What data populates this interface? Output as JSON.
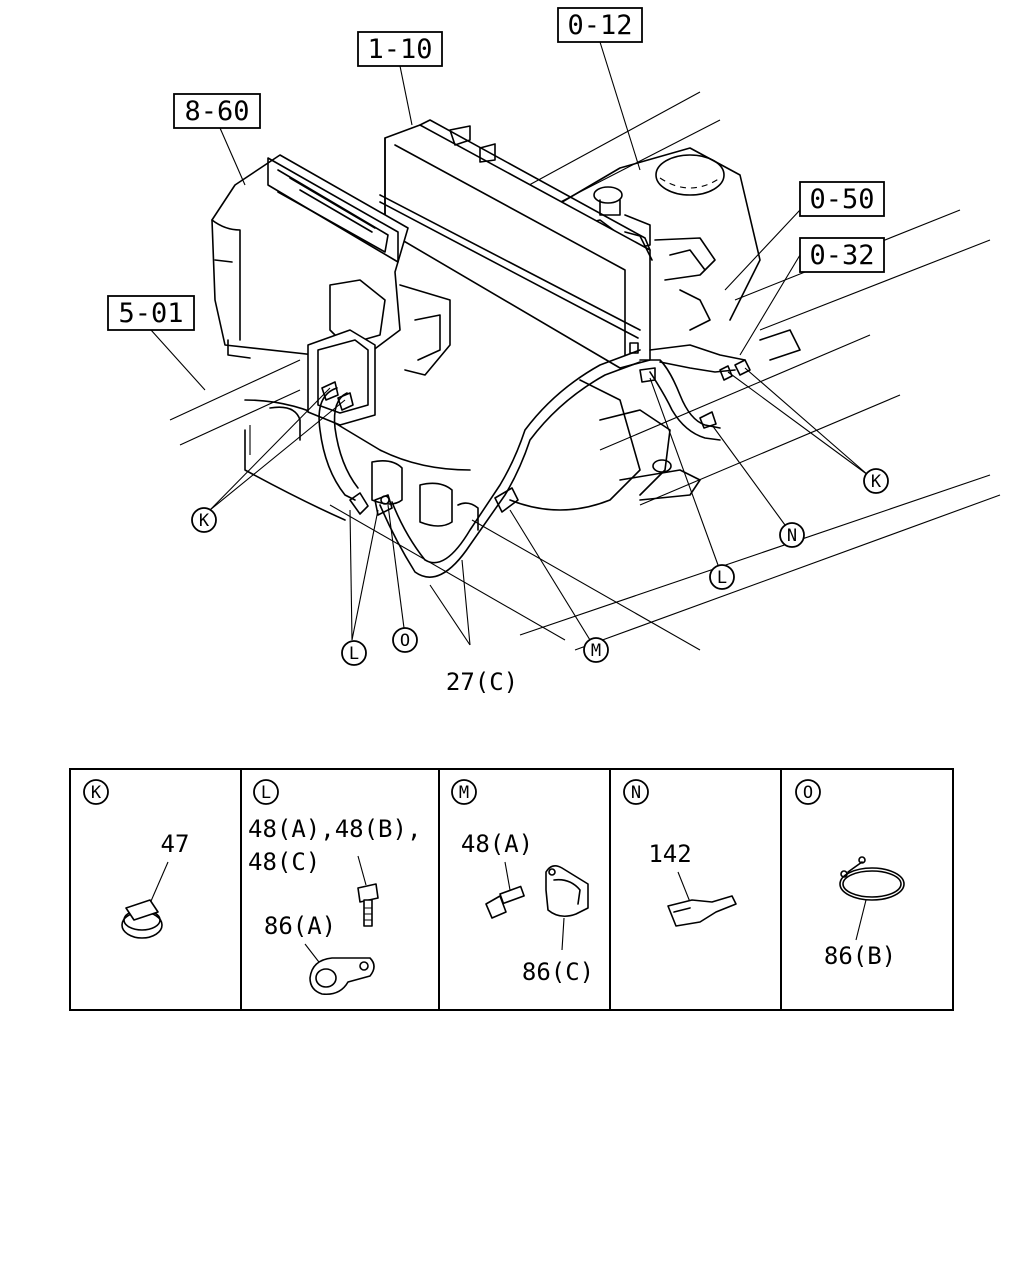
{
  "refs": {
    "r1_10": "1-10",
    "r0_12": "0-12",
    "r8_60": "8-60",
    "r0_50": "0-50",
    "r0_32": "0-32",
    "r5_01": "5-01"
  },
  "callouts": {
    "k_left": "K",
    "k_right": "K",
    "n": "N",
    "l_right": "L",
    "m": "M",
    "l_left": "L",
    "o": "O"
  },
  "hose_label": "27(C)",
  "legend": {
    "k": {
      "letter": "K",
      "p47": "47"
    },
    "l": {
      "letter": "L",
      "line1": "48(A),48(B),",
      "line2": "48(C)",
      "p86a": "86(A)"
    },
    "m": {
      "letter": "M",
      "p48a": "48(A)",
      "p86c": "86(C)"
    },
    "n": {
      "letter": "N",
      "p142": "142"
    },
    "o": {
      "letter": "O",
      "p86b": "86(B)"
    }
  }
}
